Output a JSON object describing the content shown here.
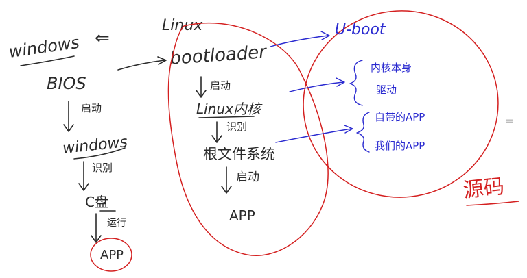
{
  "whiteboard": {
    "left_column": {
      "title": "windows",
      "boot_firmware": "BIOS",
      "step_launch": "启动",
      "os": "windows",
      "step_recognize": "识别",
      "drive": "C盘",
      "step_run": "运行",
      "app": "APP"
    },
    "swap_symbol": "⇐",
    "middle_column": {
      "title": "Linux",
      "bootloader": "bootloader",
      "step_launch": "启动",
      "kernel": "Linux内核",
      "step_recognize": "识别",
      "rootfs": "根文件系统",
      "step_launch_2": "启动",
      "app": "APP"
    },
    "right_circle": {
      "title": "U-boot",
      "items": [
        "内核本身",
        "驱动",
        "自带的APP",
        "我们的APP"
      ]
    },
    "side_note": "源码",
    "edge_mark": "="
  }
}
